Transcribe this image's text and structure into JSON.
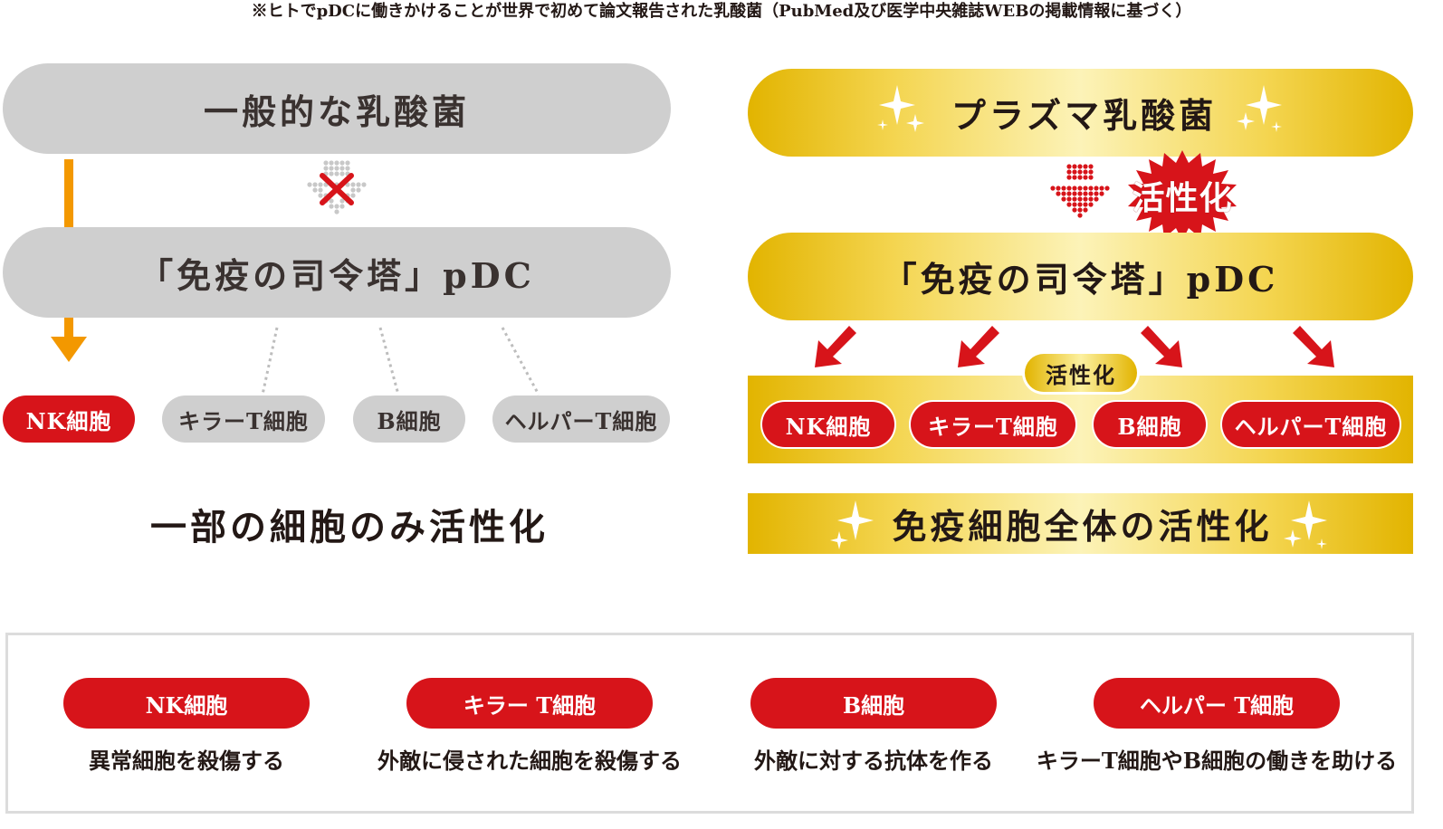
{
  "note": "※ヒトでpDCに働きかけることが世界で初めて論文報告された乳酸菌（PubMed及び医学中央雑誌WEBの掲載情報に基づく）",
  "left": {
    "bacteria": "一般的な乳酸菌",
    "pdc": "「免疫の司令塔」pDC",
    "cells": [
      "NK細胞",
      "キラーT細胞",
      "B細胞",
      "ヘルパーT細胞"
    ],
    "result": "一部の細胞のみ活性化"
  },
  "right": {
    "bacteria": "プラズマ乳酸菌",
    "activation_badge": "活性化",
    "pdc": "「免疫の司令塔」pDC",
    "cells_badge": "活性化",
    "cells": [
      "NK細胞",
      "キラーT細胞",
      "B細胞",
      "ヘルパーT細胞"
    ],
    "result": "免疫細胞全体の活性化"
  },
  "legend": [
    {
      "name": "NK細胞",
      "desc": "異常細胞を殺傷する"
    },
    {
      "name": "キラー T細胞",
      "desc": "外敵に侵された細胞を殺傷する"
    },
    {
      "name": "B細胞",
      "desc": "外敵に対する抗体を作る"
    },
    {
      "name": "ヘルパー T細胞",
      "desc": "キラーT細胞やB細胞の働きを助ける"
    }
  ],
  "colors": {
    "red": "#d7141a",
    "gray": "#cfcfcf",
    "gold": "#e2b400",
    "orange": "#f39800"
  },
  "icons": [
    "sparkle-icon",
    "dot-arrow-icon",
    "cross-icon",
    "starburst-icon",
    "red-arrow-icon"
  ]
}
